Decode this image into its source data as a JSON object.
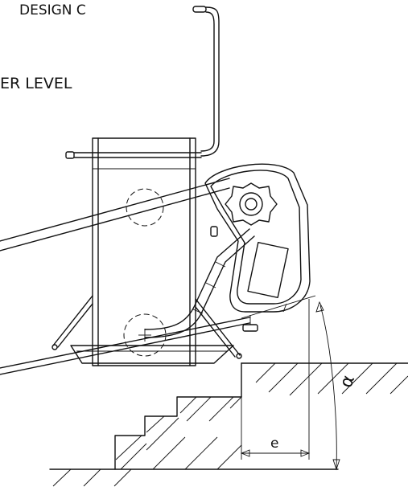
{
  "labels": {
    "title": "DESIGN C",
    "level": "ER LEVEL",
    "dim_e": "e",
    "dim_angle": "α"
  }
}
